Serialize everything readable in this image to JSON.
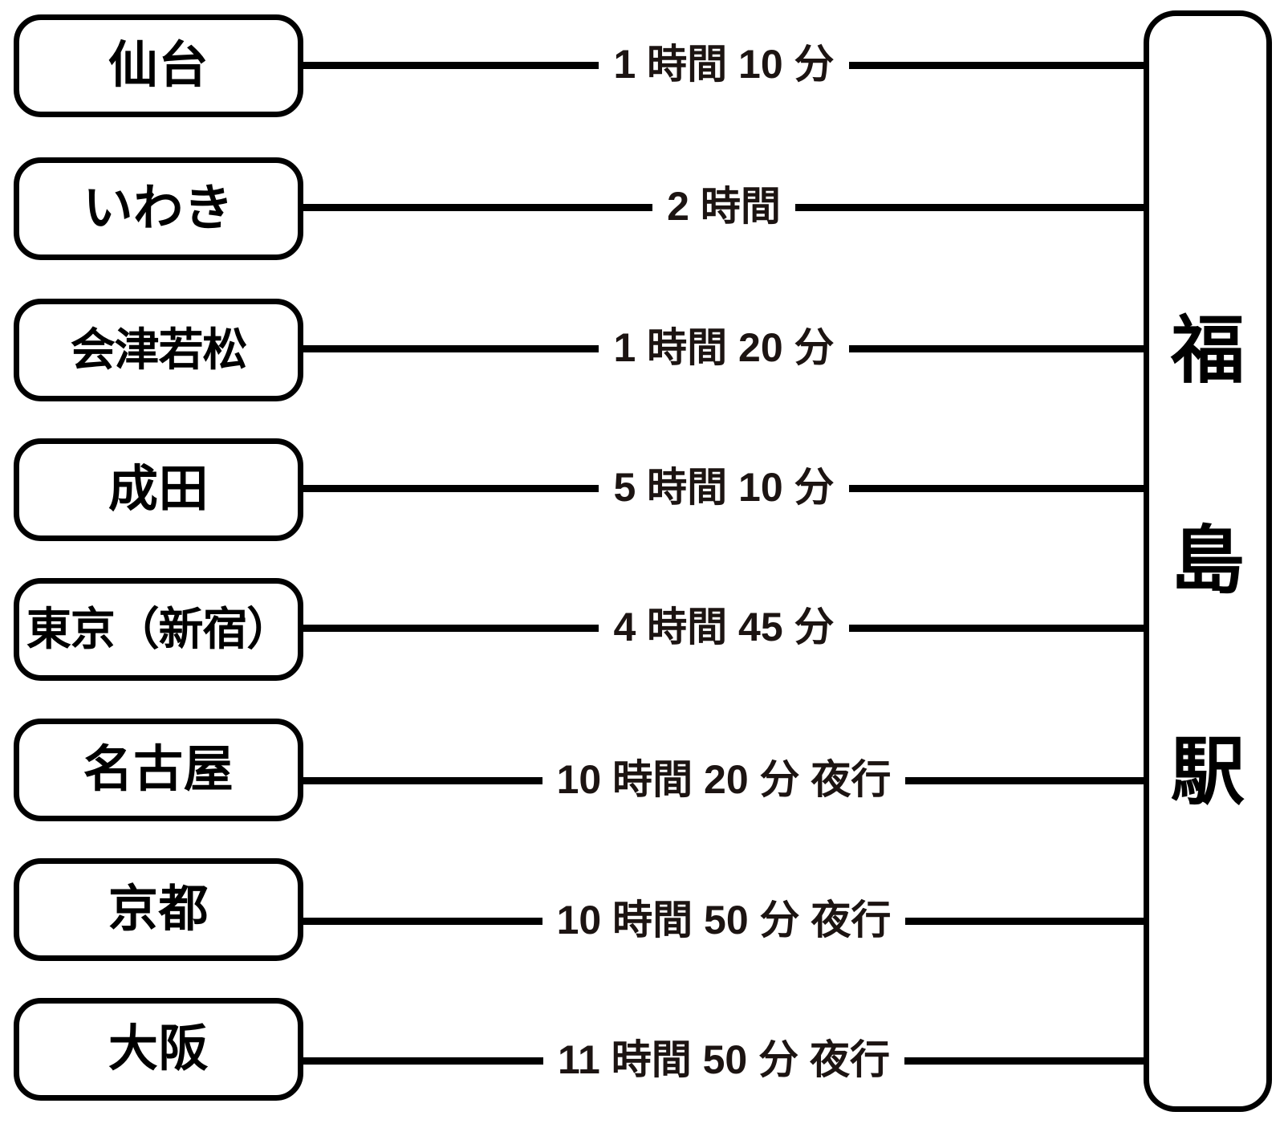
{
  "diagram": {
    "type": "access-time-chart",
    "destination": {
      "name": "福島駅",
      "chars": [
        "福",
        "島",
        "駅"
      ]
    },
    "routes": [
      {
        "origin": "仙台",
        "duration": "1 時間 10 分",
        "hours": 1,
        "minutes": 10,
        "overnight": false
      },
      {
        "origin": "いわき",
        "duration": "2 時間",
        "hours": 2,
        "minutes": 0,
        "overnight": false
      },
      {
        "origin": "会津若松",
        "duration": "1 時間 20 分",
        "hours": 1,
        "minutes": 20,
        "overnight": false
      },
      {
        "origin": "成田",
        "duration": "5 時間 10 分",
        "hours": 5,
        "minutes": 10,
        "overnight": false
      },
      {
        "origin": "東京（新宿）",
        "duration": "4 時間 45 分",
        "hours": 4,
        "minutes": 45,
        "overnight": false
      },
      {
        "origin": "名古屋",
        "duration": "10 時間 20 分 夜行",
        "hours": 10,
        "minutes": 20,
        "overnight": true
      },
      {
        "origin": "京都",
        "duration": "10 時間 50 分 夜行",
        "hours": 10,
        "minutes": 50,
        "overnight": true
      },
      {
        "origin": "大阪",
        "duration": "11 時間 50 分 夜行",
        "hours": 11,
        "minutes": 50,
        "overnight": true
      }
    ]
  },
  "colors": {
    "stroke": "#000000",
    "text": "#1c1412",
    "background": "#ffffff"
  }
}
